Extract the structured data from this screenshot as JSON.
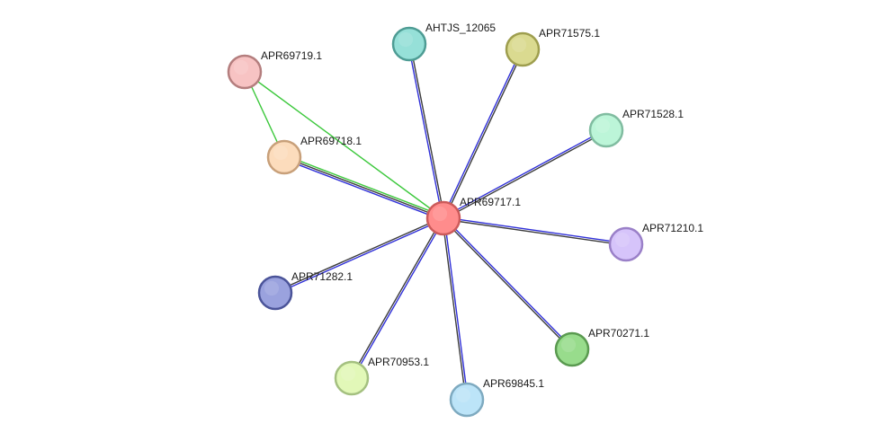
{
  "nodes": [
    {
      "id": "APR69717.1",
      "fill": "#ff8c8c",
      "stroke": "#cc5a5a"
    },
    {
      "id": "APR69719.1",
      "fill": "#f7c3c3",
      "stroke": "#b47e7e"
    },
    {
      "id": "APR69718.1",
      "fill": "#fcdcbc",
      "stroke": "#c8a07a"
    },
    {
      "id": "AHTJS_12065",
      "fill": "#96e0d8",
      "stroke": "#4e9c94"
    },
    {
      "id": "APR71575.1",
      "fill": "#dada90",
      "stroke": "#9e9e4e"
    },
    {
      "id": "APR71528.1",
      "fill": "#bcf5d8",
      "stroke": "#80bca0"
    },
    {
      "id": "APR71210.1",
      "fill": "#d6c4fa",
      "stroke": "#9a80c8"
    },
    {
      "id": "APR71282.1",
      "fill": "#9aa2de",
      "stroke": "#4b5499"
    },
    {
      "id": "APR70271.1",
      "fill": "#98dc8c",
      "stroke": "#5a9a50"
    },
    {
      "id": "APR70953.1",
      "fill": "#e2f8b8",
      "stroke": "#a4c080"
    },
    {
      "id": "APR69845.1",
      "fill": "#bce4f8",
      "stroke": "#7eaac0"
    }
  ],
  "edges": [
    {
      "source": "APR69717.1",
      "target": "AHTJS_12065",
      "types": [
        "database",
        "textmining"
      ]
    },
    {
      "source": "APR69717.1",
      "target": "APR71575.1",
      "types": [
        "database",
        "textmining"
      ]
    },
    {
      "source": "APR69717.1",
      "target": "APR71528.1",
      "types": [
        "database",
        "textmining"
      ]
    },
    {
      "source": "APR69717.1",
      "target": "APR71210.1",
      "types": [
        "database",
        "textmining"
      ]
    },
    {
      "source": "APR69717.1",
      "target": "APR70271.1",
      "types": [
        "database",
        "textmining"
      ]
    },
    {
      "source": "APR69717.1",
      "target": "APR69845.1",
      "types": [
        "database",
        "textmining"
      ]
    },
    {
      "source": "APR69717.1",
      "target": "APR70953.1",
      "types": [
        "database",
        "textmining"
      ]
    },
    {
      "source": "APR69717.1",
      "target": "APR71282.1",
      "types": [
        "database",
        "textmining"
      ]
    },
    {
      "source": "APR69717.1",
      "target": "APR69718.1",
      "types": [
        "database",
        "textmining",
        "neighborhood"
      ]
    },
    {
      "source": "APR69717.1",
      "target": "APR69719.1",
      "types": [
        "neighborhood"
      ]
    },
    {
      "source": "APR69719.1",
      "target": "APR69718.1",
      "types": [
        "neighborhood"
      ]
    }
  ],
  "edge_colors": {
    "database": "#2f2fd8",
    "textmining": "#3c3c3c",
    "neighborhood": "#3cc83c"
  }
}
